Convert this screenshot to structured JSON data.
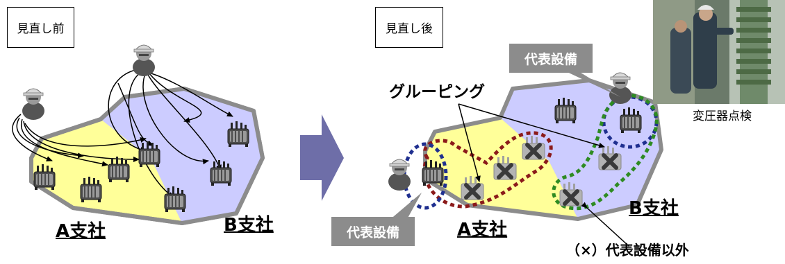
{
  "before": {
    "label": "見直し前",
    "branch_a": "A支社",
    "branch_b": "B支社"
  },
  "after": {
    "label": "見直し後",
    "branch_a": "A支社",
    "branch_b": "B支社",
    "grouping_label": "グルーピング",
    "rep_equipment_top": "代表設備",
    "rep_equipment_bottom": "代表設備",
    "non_rep_label": "（×）代表設備以外"
  },
  "photo": {
    "caption": "変圧器点検"
  },
  "colors": {
    "region_a": "#ffff99",
    "region_b": "#ccccff",
    "region_border": "#8c8c8c",
    "arrow_block": "#6e6ea8",
    "group_red": "#8b1a1a",
    "group_blue": "#1f2f8f",
    "group_green": "#2e8b22",
    "tag_grey": "#8c8c8c"
  }
}
